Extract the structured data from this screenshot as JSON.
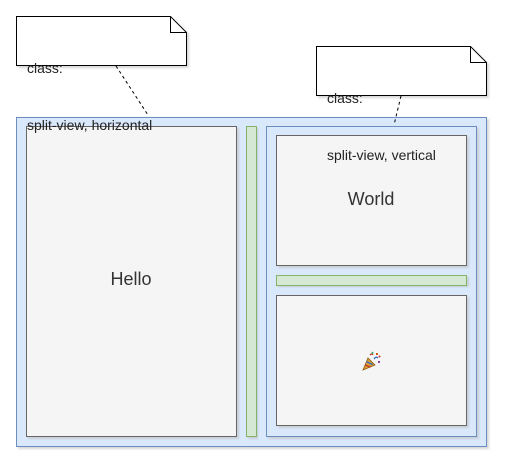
{
  "notes": [
    {
      "line1": "class:",
      "line2": "split-view, horizontal"
    },
    {
      "line1": "class:",
      "line2": "split-view, vertical"
    }
  ],
  "panels": {
    "left_label": "Hello",
    "top_right_label": "World",
    "bottom_right_icon": "party-popper-icon"
  },
  "colors": {
    "container_fill": "#dae8fc",
    "container_stroke": "#6c8ebf",
    "panel_fill": "#f5f5f5",
    "panel_stroke": "#666666",
    "divider_fill": "#d5e8d4",
    "divider_stroke": "#82b366",
    "shadow": "#999999",
    "note_stroke": "#000000"
  }
}
